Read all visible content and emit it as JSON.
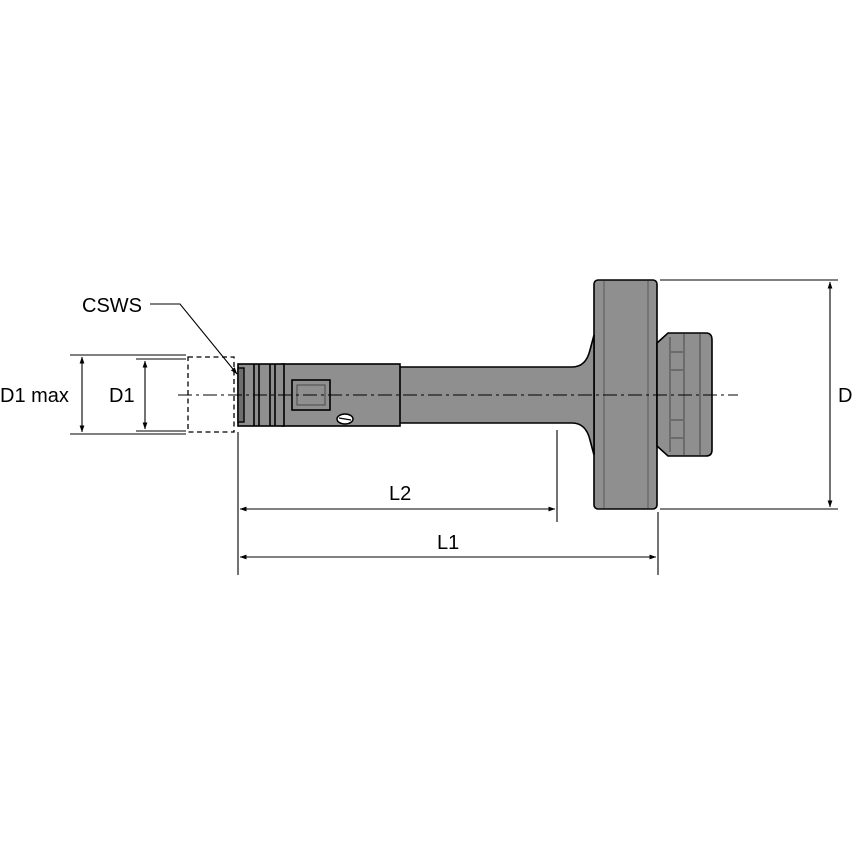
{
  "labels": {
    "cutting_insert": "CSWS",
    "d1_max": "D1 max",
    "d1": "D1",
    "diameter": "D",
    "length_2": "L2",
    "length_1": "L1"
  },
  "colors": {
    "body": "#8f8f8f",
    "body_dark": "#6e6e6e",
    "line": "#000000",
    "background": "#ffffff"
  }
}
